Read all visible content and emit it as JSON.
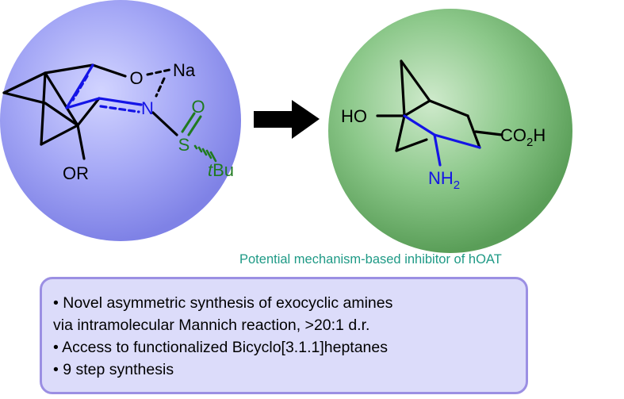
{
  "colors": {
    "left_sphere": "#8c8ff0",
    "right_sphere": "#6fb56d",
    "bond_black": "#000000",
    "bond_blue": "#1414e6",
    "sulfinyl_green": "#1f7a1f",
    "caption_teal": "#1f9a86",
    "box_fill": "#dcdcfa",
    "box_border": "#9b8fe3"
  },
  "left_molecule": {
    "atom_o": "O",
    "atom_na": "Na",
    "atom_n": "N",
    "atom_s": "S",
    "atom_so": "O",
    "tbu_t": "t",
    "tbu_rest": "Bu",
    "or_label": "OR"
  },
  "right_molecule": {
    "ho_label": "HO",
    "co2h_co": "CO",
    "co2h_2": "2",
    "co2h_h": "H",
    "nh2_nh": "NH",
    "nh2_2": "2"
  },
  "arrow": {
    "icon": "right-arrow-icon"
  },
  "caption": "Potential mechanism-based inhibitor of hOAT",
  "summary": {
    "bullets": [
      "• Novel asymmetric synthesis of exocyclic amines",
      "via intramolecular Mannich reaction, >20:1 d.r.",
      "• Access to functionalized Bicyclo[3.1.1]heptanes",
      "• 9 step synthesis"
    ]
  }
}
